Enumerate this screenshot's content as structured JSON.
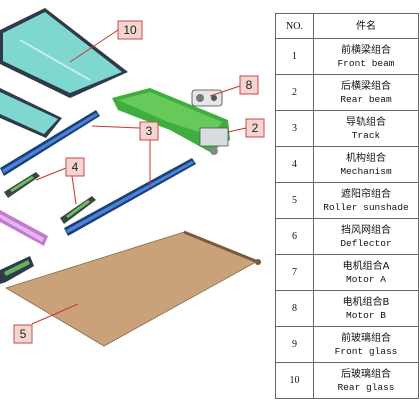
{
  "table": {
    "header_no": "NO.",
    "header_name": "件名",
    "rows": [
      {
        "no": "1",
        "cn": "前横梁组合",
        "en": "Front beam"
      },
      {
        "no": "2",
        "cn": "后横梁组合",
        "en": "Rear beam"
      },
      {
        "no": "3",
        "cn": "导轨组合",
        "en": "Track"
      },
      {
        "no": "4",
        "cn": "机构组合",
        "en": "Mechanism"
      },
      {
        "no": "5",
        "cn": "遮阳帘组合",
        "en": "Roller sunshade"
      },
      {
        "no": "6",
        "cn": "挡风网组合",
        "en": "Deflector"
      },
      {
        "no": "7",
        "cn": "电机组合A",
        "en": "Motor A"
      },
      {
        "no": "8",
        "cn": "电机组合B",
        "en": "Motor B"
      },
      {
        "no": "9",
        "cn": "前玻璃组合",
        "en": "Front glass"
      },
      {
        "no": "10",
        "cn": "后玻璃组合",
        "en": "Rear glass"
      }
    ]
  },
  "callouts": {
    "c10": "10",
    "c8": "8",
    "c3": "3",
    "c2": "2",
    "c4": "4",
    "c5": "5"
  },
  "colors": {
    "glass": "#7fd8d0",
    "frame": "#2f3a4a",
    "track": "#2d5fa8",
    "beam": "#3fae3c",
    "sunshade": "#cfa77a",
    "callout_fill": "#f4d5d2",
    "callout_stroke": "#c94a45"
  }
}
